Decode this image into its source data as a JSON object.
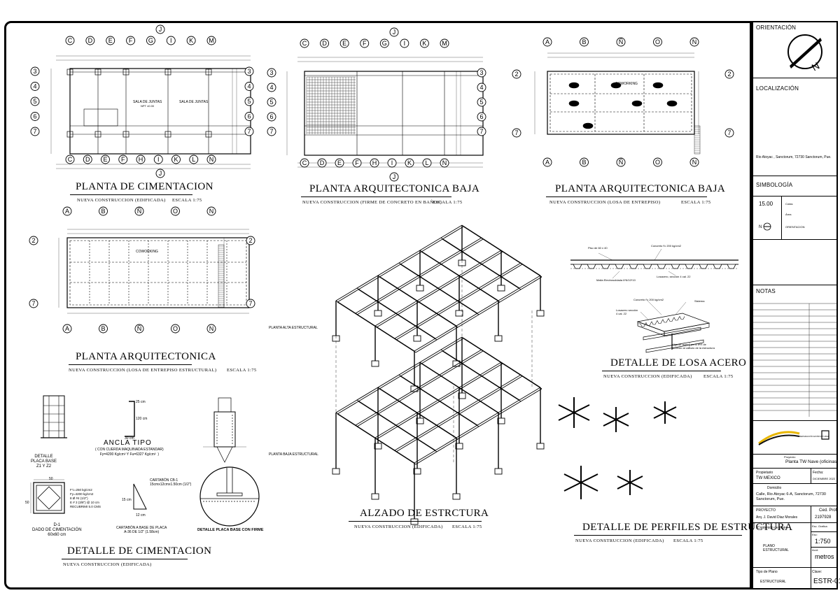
{
  "plans": {
    "cimentacion": {
      "title": "PLANTA DE CIMENTACION",
      "subtitle": "NUEVA CONSTRUCCION (EDIFICADA)",
      "scale": "ESCALA  1:75",
      "room_a": "SALA DE JUNTAS",
      "room_b": "SALA DE JUNTAS",
      "level": "NPT ±0.00",
      "top_axes": [
        "C",
        "D",
        "E",
        "F",
        "G",
        "I",
        "K",
        "M"
      ],
      "top_j": "J",
      "bottom_axes": [
        "C",
        "D",
        "E",
        "F",
        "H",
        "I",
        "K",
        "L",
        "N"
      ],
      "bottom_j": "J",
      "left_axes": [
        "3",
        "4",
        "5",
        "6",
        "7"
      ],
      "right_axes": [
        "3",
        "4",
        "5",
        "6",
        "7"
      ]
    },
    "arq_baja_1": {
      "title": "PLANTA ARQUITECTONICA BAJA",
      "subtitle": "NUEVA CONSTRUCCION (FIRME DE CONCRETO EN BAÑOS)",
      "scale": "ESCALA  1:75",
      "top_axes": [
        "C",
        "D",
        "E",
        "F",
        "G",
        "I",
        "K",
        "M"
      ],
      "top_j": "J",
      "bottom_axes": [
        "C",
        "D",
        "E",
        "F",
        "H",
        "I",
        "K",
        "L",
        "N"
      ],
      "bottom_j": "J",
      "left_axes": [
        "3",
        "4",
        "5",
        "6",
        "7"
      ],
      "right_axes": [
        "3",
        "4",
        "5",
        "6",
        "7"
      ]
    },
    "arq_baja_2": {
      "title": "PLANTA ARQUITECTONICA BAJA",
      "subtitle": "NUEVA CONSTRUCCION (LOSA DE ENTREPISO)",
      "scale": "ESCALA  1:75",
      "room": "COWORKING",
      "top_axes": [
        "A",
        "B",
        "Ñ",
        "O",
        "N"
      ],
      "bottom_axes": [
        "A",
        "B",
        "Ñ",
        "O",
        "N"
      ],
      "left_axes": [
        "2",
        "7"
      ],
      "right_axes": [
        "2",
        "7"
      ]
    },
    "arq": {
      "title": "PLANTA ARQUITECTONICA",
      "subtitle": "NUEVA CONSTRUCCION (LOSA DE ENTREPISO ESTRUCTURAL)",
      "scale": "ESCALA  1:75",
      "room": "COWORKING",
      "top_axes": [
        "A",
        "B",
        "Ñ",
        "O",
        "N"
      ],
      "bottom_axes": [
        "A",
        "B",
        "Ñ",
        "O",
        "N"
      ],
      "left_axes": [
        "2",
        "7"
      ],
      "right_axes": [
        "2",
        "7"
      ]
    }
  },
  "iso": {
    "title": "ALZADO DE ESTRCTURA",
    "subtitle": "NUEVA CONSTRUCCION (EDIFICADA)",
    "scale": "ESCALA  1:75",
    "label_alta": "PLANTA ALTA ESTRUCTURAL",
    "label_baja": "PLANTA BAJA ESTRUCTURAL"
  },
  "losa": {
    "title": "DETALLE DE LOSA ACERO",
    "subtitle": "NUEVA CONSTRUCCION (EDIFICADA)",
    "scale": "ESCALA  1:75",
    "n_piso": "Piso de 60 x 40",
    "n_concreto": "Concreto f'c 200 kg/cm2",
    "n_malla": "Malla Electrosoldada 6*6/10*10",
    "n_losacero": "Losacero, sección 4 cal. 22",
    "n_concreto2": "Concreto f'c 200 kg/cm2",
    "n_losacero2": "Losacero sección\n4 cal. 22",
    "n_viga": "Viga de acero, perfil IPR de\nacuerdo al cálculo de la estructura",
    "n_sistema": "Sistema"
  },
  "perfiles": {
    "title": "DETALLE DE PERFILES DE ESTRUCTURA",
    "subtitle": "NUEVA CONSTRUCCION (EDIFICADA)",
    "scale": "ESCALA  1:75"
  },
  "cimentacion_det": {
    "title": "DETALLE DE CIMENTACION",
    "subtitle": "NUEVA CONSTRUCCION (EDIFICADA)",
    "placa_title": "DETALLE\nPLACA BASE\nZ1 Y Z2",
    "ancla_title": "ANCLA TIPO",
    "ancla_note": "( CON CUERDA MAQUINADA ESTANDAR)\nFy=4200 Kg/cm² Y Fu=6327 Kg/cm²  )",
    "ancla_dim_top": "25 cm",
    "ancla_dim_mid": "120 cm",
    "ancla_dim_bot": "30 cm",
    "dado_dim_top": "50",
    "dado_dim_left": "50",
    "dado_spec": "F'c=250 kg/cm2\nFy=4200 kg/cm2\n8 Ø #4 (1/2\")\nE # 3 (3/8\") @ 10 cm\nRECUBRIMI 5.0 CMS",
    "dado_title": "D-1\nDADO DE CIMENTACIÓN\n60x60 cm",
    "cartabon_label": "CARTABÓN CB-1\n15cmx12cmx1.50cm (1/2\")",
    "cartabon_dim_v": "15 cm",
    "cartabon_dim_h": "12 cm",
    "cartabon_title": "CARTABÓN A BASE DE PLACA\nA-36 DE 1/2\" (1.58cm)",
    "firme_title": "DETALLE PLACA BASE CON FIRME"
  },
  "side": {
    "orientacion": "ORIENTACIÓN",
    "north": "N",
    "localizacion": "LOCALIZACIÓN",
    "address": "Rio Atoyac , Sanctorum, 72730 Sanctorum, Pue.",
    "simbologia": "SIMBOLOGÍA",
    "sym_level": "15.00",
    "sym_cotas": "Cotas",
    "sym_area": "Área",
    "sym_n": "N",
    "sym_orient": "ORIENTACION",
    "notas": "NOTAS",
    "logo_caption": "REPARACIÓN ESTRUCTURAL",
    "proyecto_label": "Proyecto:",
    "proyecto_value": "Planta TW Nave (oficinas)",
    "propietario_label": "Propietario",
    "propietario_value": "TW MEXICO",
    "fecha_label": "Fecha:",
    "fecha_value": "DICIEMBRE 2022",
    "domicilio_label": "Domicilio",
    "domicilio_value": "Calle, Rio Atoyac 6-A, Sanctorum, 72730 Sanctorum, Pue.",
    "proyecto2_label": "PROYECTO",
    "ced_label": "Ced. Prof.",
    "arq_name": "Arq. J. David Diaz Morales",
    "ced_value": "2197928",
    "contenido_label": "Contenido de plano",
    "esc_grafica_label": "Esc. Grafica",
    "plano_value": "PLANO\nESTRUCTURAL",
    "esc_label": "Esc:",
    "esc_value": "1:750",
    "acot_label": "Acot:",
    "acot_value": "metros",
    "tipo_label": "Tipo de Plano",
    "tipo_value": "ESTRUCTURAL",
    "clave_label": "Clave:",
    "clave_value": "ESTR-01"
  }
}
